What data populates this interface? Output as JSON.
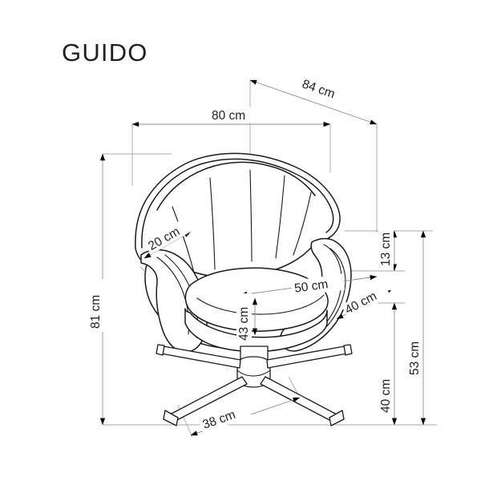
{
  "document": {
    "title": "GUIDO",
    "type": "furniture-dimension-drawing",
    "subject": "swivel armchair",
    "unit": "cm",
    "background_color": "#ffffff",
    "line_color": "#1a1a1a",
    "dimension_line_color": "#a8a8a8",
    "arrow_color": "#000000",
    "text_color": "#231f20"
  },
  "dimensions": {
    "width_top": {
      "label": "80 cm",
      "value": 80,
      "unit": "cm",
      "orientation": "horizontal",
      "position": "top",
      "describes": "overall width"
    },
    "depth_top": {
      "label": "84 cm",
      "value": 84,
      "unit": "cm",
      "orientation": "diagonal",
      "position": "top-right",
      "describes": "overall depth"
    },
    "height_left": {
      "label": "81 cm",
      "value": 81,
      "unit": "cm",
      "orientation": "vertical",
      "position": "left",
      "describes": "overall height"
    },
    "backrest_depth": {
      "label": "20 cm",
      "value": 20,
      "unit": "cm",
      "orientation": "diagonal",
      "position": "upper-left-inner",
      "describes": "backrest thickness"
    },
    "seat_width": {
      "label": "50 cm",
      "value": 50,
      "unit": "cm",
      "orientation": "horizontal",
      "position": "center",
      "describes": "seat width"
    },
    "seat_depth": {
      "label": "40 cm",
      "value": 40,
      "unit": "cm",
      "orientation": "diagonal",
      "position": "center-right",
      "describes": "seat depth"
    },
    "cushion_thickness": {
      "label": "43 cm",
      "value": 43,
      "unit": "cm",
      "orientation": "vertical",
      "position": "center-left-inner",
      "describes": "seat height detail"
    },
    "armrest_height": {
      "label": "13 cm",
      "value": 13,
      "unit": "cm",
      "orientation": "vertical",
      "position": "right-upper",
      "describes": "cushion thickness"
    },
    "seat_height": {
      "label": "40 cm",
      "value": 40,
      "unit": "cm",
      "orientation": "vertical",
      "position": "right-lower",
      "describes": "seat height from floor"
    },
    "armrest_total": {
      "label": "53 cm",
      "value": 53,
      "unit": "cm",
      "orientation": "vertical",
      "position": "right-outer",
      "describes": "armrest height from floor"
    },
    "base_span": {
      "label": "38 cm",
      "value": 38,
      "unit": "cm",
      "orientation": "diagonal",
      "position": "bottom",
      "describes": "base leg span"
    }
  }
}
